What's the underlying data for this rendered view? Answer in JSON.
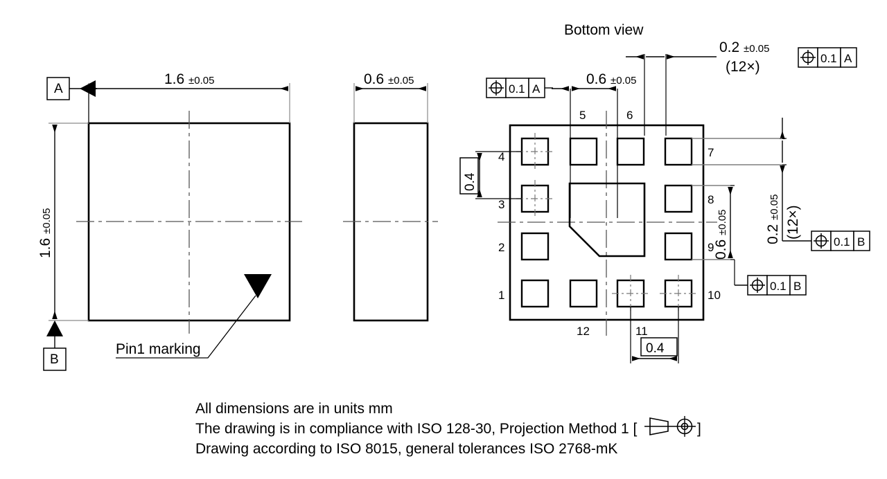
{
  "drawing": {
    "title_bottom_view": "Bottom view",
    "pin1_label": "Pin1 marking"
  },
  "front_view": {
    "width_dim": {
      "value": "1.6",
      "tolerance": "±0.05"
    },
    "height_dim": {
      "value": "1.6",
      "tolerance": "±0.05"
    },
    "datum_a": "A",
    "datum_b": "B"
  },
  "side_view": {
    "width_dim": {
      "value": "0.6",
      "tolerance": "±0.05"
    }
  },
  "bottom_view": {
    "pitch_x_dim": {
      "value": "0.6",
      "tolerance": "±0.05"
    },
    "pitch_y_dim": {
      "value": "0.6",
      "tolerance": "±0.05"
    },
    "pad_width_dim": {
      "value": "0.2",
      "tolerance": "±0.05",
      "count": "(12×)"
    },
    "pad_height_dim": {
      "value": "0.2",
      "tolerance": "±0.05",
      "count": "(12×)"
    },
    "spacing_v_boxed": "0.4",
    "spacing_h_boxed": "0.4",
    "fcf_top_left": {
      "symbol": "position-icon",
      "tolerance": "0.1",
      "datum": "A"
    },
    "fcf_top_right": {
      "symbol": "position-icon",
      "tolerance": "0.1",
      "datum": "A"
    },
    "fcf_right": {
      "symbol": "position-icon",
      "tolerance": "0.1",
      "datum": "B"
    },
    "fcf_bottom_right": {
      "symbol": "position-icon",
      "tolerance": "0.1",
      "datum": "B"
    },
    "pin_numbers": {
      "left": [
        "1",
        "2",
        "3",
        "4"
      ],
      "top": [
        "5",
        "6"
      ],
      "right": [
        "7",
        "8",
        "9",
        "10"
      ],
      "bottom": [
        "11",
        "12"
      ]
    }
  },
  "notes": [
    "All dimensions are in units mm",
    "The drawing is in compliance with ISO 128-30, Projection Method 1 [",
    "Drawing according to ISO 8015, general tolerances ISO 2768-mK"
  ],
  "notes_line2_suffix": "]",
  "colors": {
    "ink": "#000000",
    "thin": "#8a8a8a",
    "center": "#555555",
    "background": "#ffffff"
  }
}
